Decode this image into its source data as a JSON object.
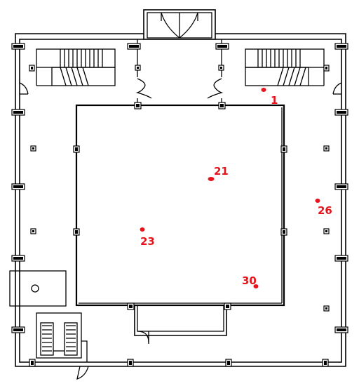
{
  "plan": {
    "colors": {
      "line": "#000000",
      "marker": "#e8141c",
      "background": "#ffffff"
    },
    "markers": [
      {
        "id": "1",
        "label": "1"
      },
      {
        "id": "21",
        "label": "21"
      },
      {
        "id": "23",
        "label": "23"
      },
      {
        "id": "26",
        "label": "26"
      },
      {
        "id": "30",
        "label": "30"
      }
    ]
  }
}
